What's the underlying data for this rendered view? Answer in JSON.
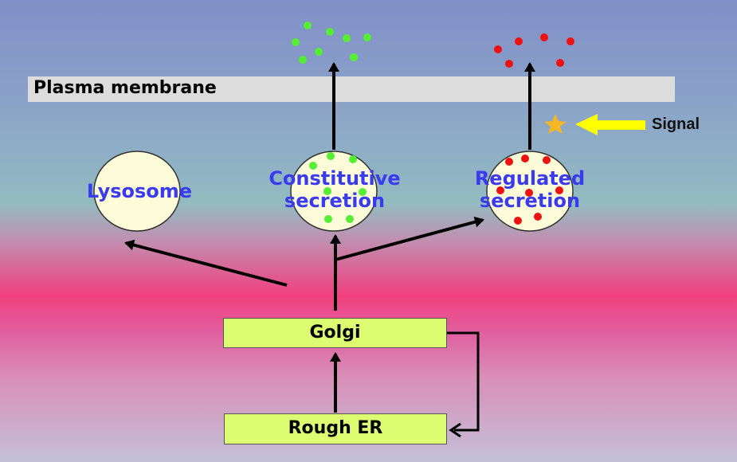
{
  "membrane": {
    "label": "Plasma membrane"
  },
  "compartments": {
    "lysosome": "Lysosome",
    "constitutive_line1": "Constitutive",
    "constitutive_line2": "secretion",
    "regulated_line1": "Regulated",
    "regulated_line2": "secretion"
  },
  "boxes": {
    "golgi": "Golgi",
    "rough_er": "Rough ER"
  },
  "signal": {
    "label": "Signal"
  },
  "colors": {
    "constitutive_granules": "#55ee33",
    "regulated_granules": "#ee1111",
    "vesicle_fill": "#fdfcd8",
    "box_fill": "#dcfc72",
    "label_blue": "#3a3aee",
    "signal_arrow": "#ffff00",
    "star": "#f5b623"
  }
}
